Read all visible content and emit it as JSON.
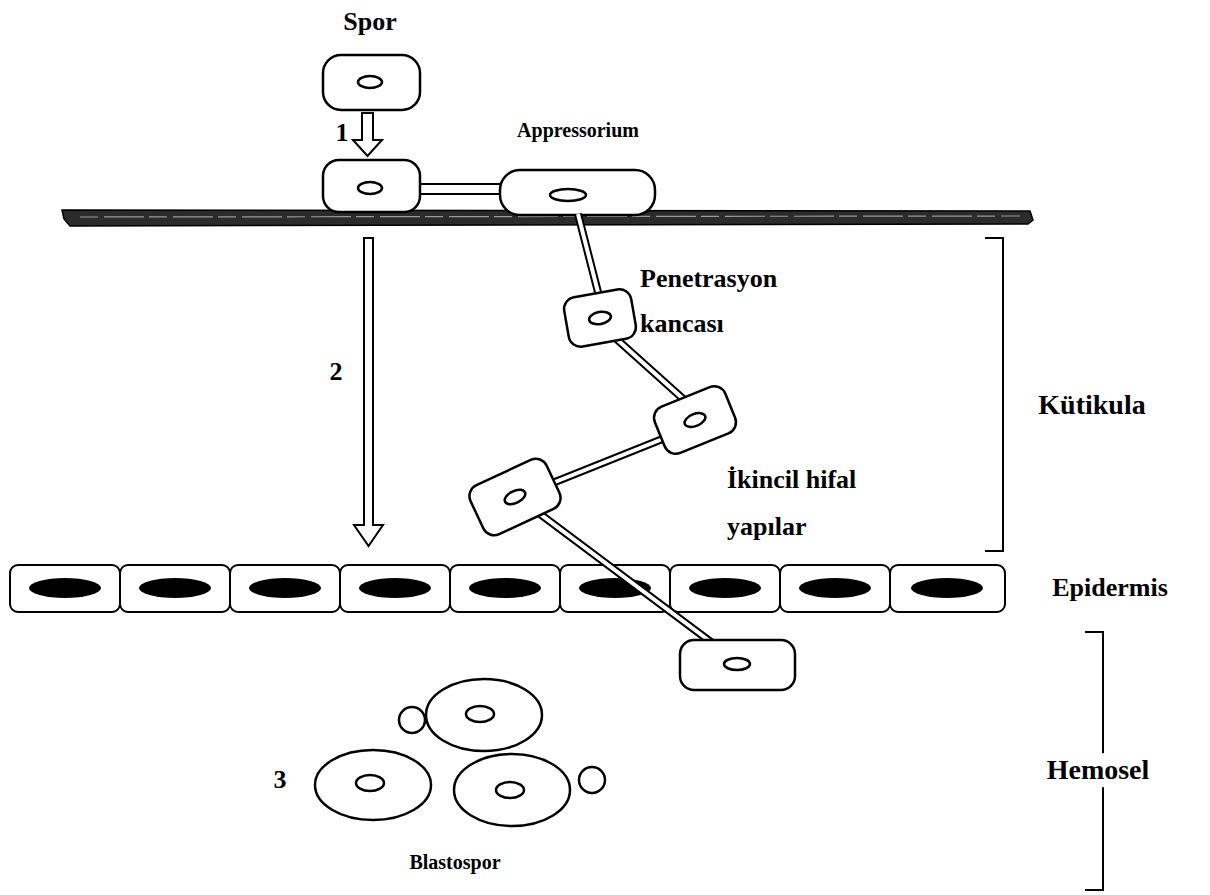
{
  "diagram": {
    "labels": [
      "Spor",
      "1",
      "Appressorium",
      "Penetrasyon kancası",
      "2",
      "Kütikula",
      "İkincil hifal yapılar",
      "Epidermis",
      "3",
      "Hemosel",
      "Blastospor"
    ]
  }
}
